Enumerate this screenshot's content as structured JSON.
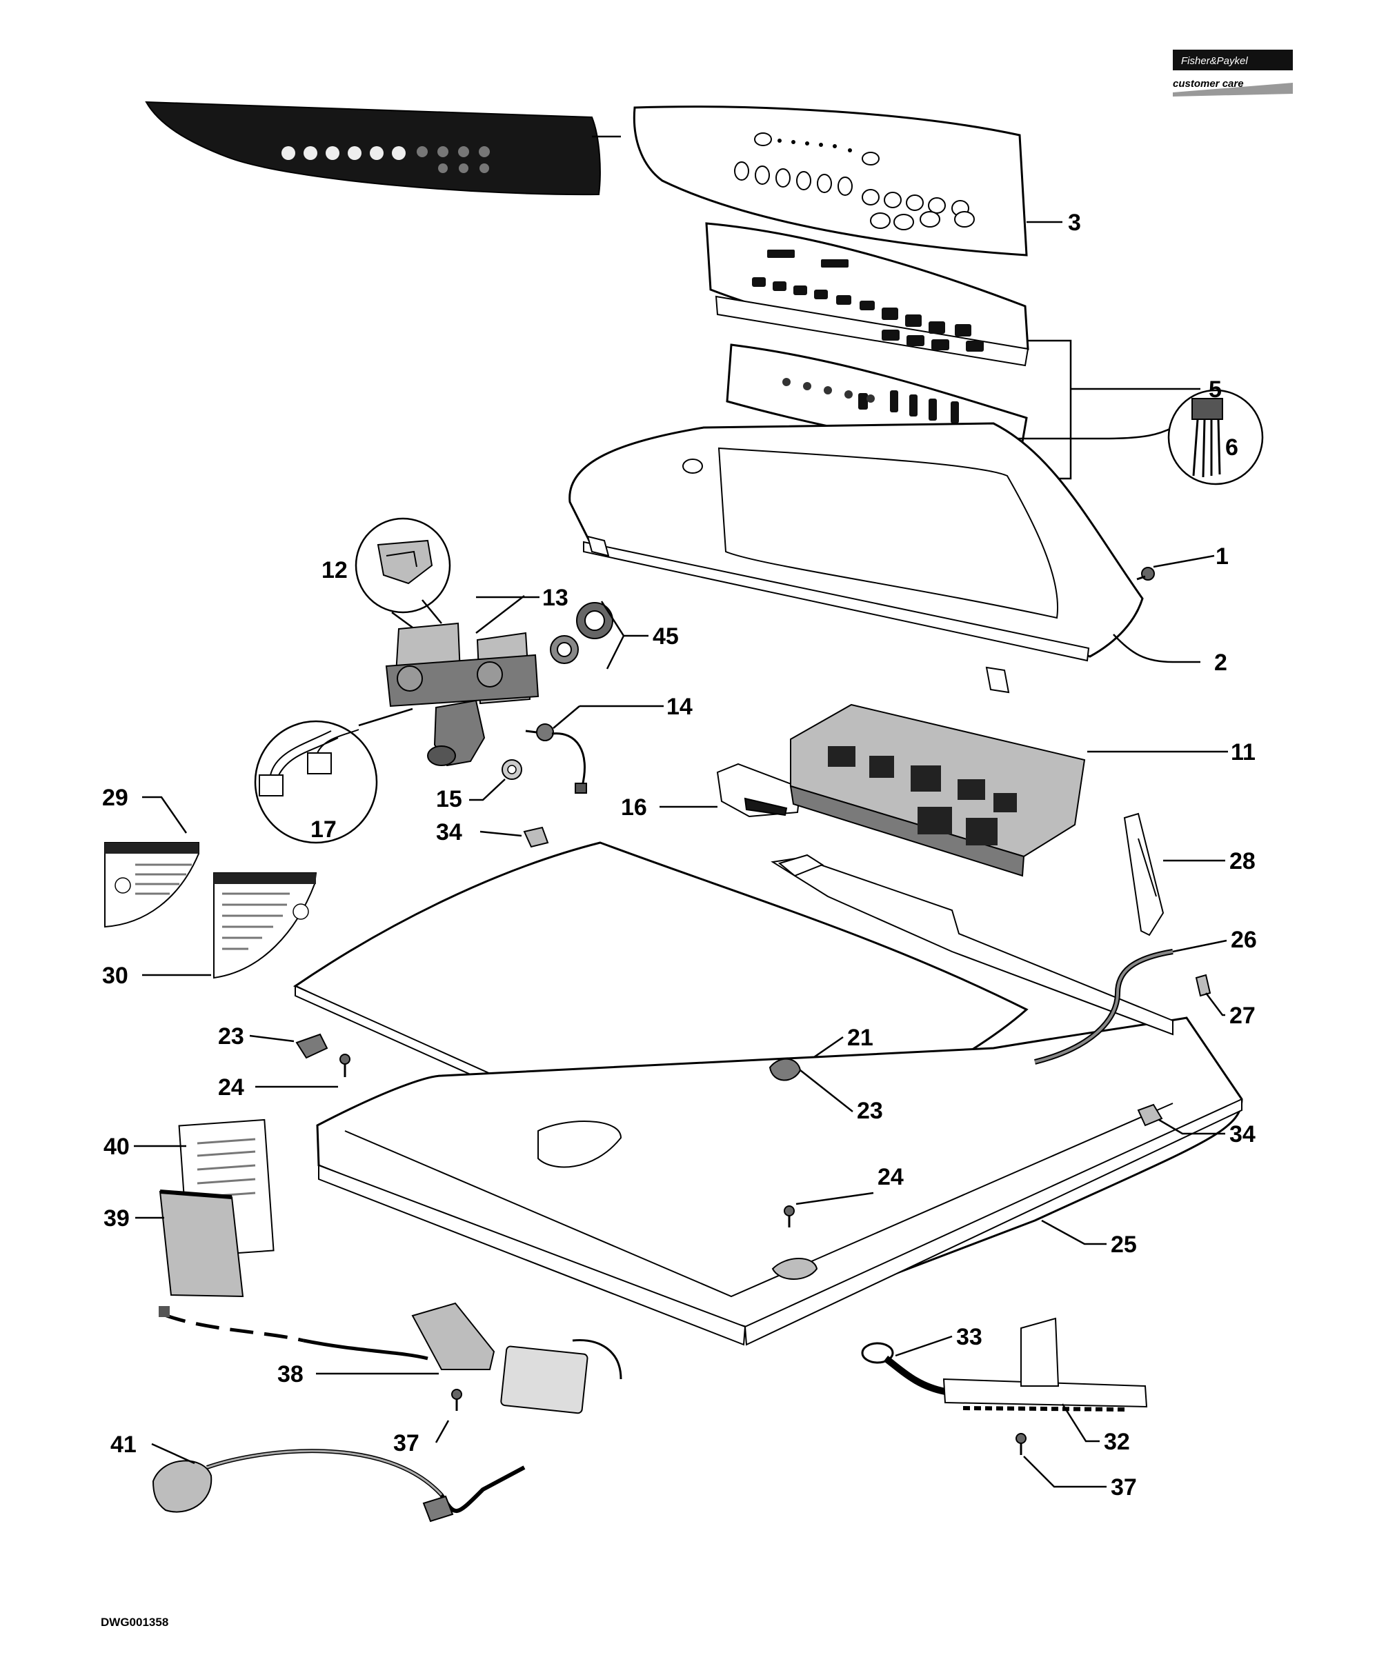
{
  "logo": {
    "brand": "Fisher&Paykel",
    "tagline": "customer care"
  },
  "drawing_code": "DWG001358",
  "part_labels": {
    "p1": "1",
    "p2": "2",
    "p3": "3",
    "p5": "5",
    "p6": "6",
    "p11": "11",
    "p12": "12",
    "p13": "13",
    "p14": "14",
    "p15": "15",
    "p16": "16",
    "p17": "17",
    "p21": "21",
    "p23a": "23",
    "p23b": "23",
    "p24a": "24",
    "p24b": "24",
    "p25": "25",
    "p26": "26",
    "p27": "27",
    "p28": "28",
    "p29": "29",
    "p30": "30",
    "p32": "32",
    "p33": "33",
    "p34a": "34",
    "p34b": "34",
    "p37a": "37",
    "p37b": "37",
    "p38": "38",
    "p39": "39",
    "p40": "40",
    "p41": "41",
    "p45": "45"
  }
}
